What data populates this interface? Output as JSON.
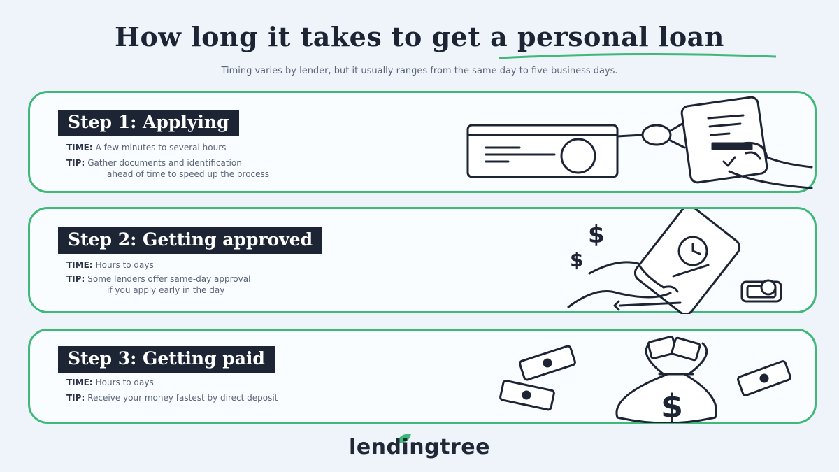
{
  "header": {
    "title": "How long it takes to get a personal loan",
    "subtitle": "Timing varies by lender, but it usually ranges from the same day to five business days."
  },
  "steps": [
    {
      "heading": "Step 1: Applying",
      "time_label": "TIME:",
      "time_value": "A few minutes to several hours",
      "tip_label": "TIP:",
      "tip_line1": "Gather documents and identification",
      "tip_line2": "ahead of time to speed up the process"
    },
    {
      "heading": "Step 2: Getting approved",
      "time_label": "TIME:",
      "time_value": "Hours to days",
      "tip_label": "TIP:",
      "tip_line1": "Some lenders offer same-day approval",
      "tip_line2": "if you apply early in the day"
    },
    {
      "heading": "Step 3: Getting paid",
      "time_label": "TIME:",
      "time_value": "Hours to days",
      "tip_label": "TIP:",
      "tip_line1": "Receive your money fastest by direct deposit"
    }
  ],
  "illustrations": {
    "step1": "card-phone-hand-illustration",
    "step2": "hand-phone-dollar-illustration",
    "step3": "money-bag-bills-illustration"
  },
  "footer": {
    "logo_text": "lendingtree"
  },
  "colors": {
    "accent_green": "#40b87a",
    "dark_navy": "#1d2535",
    "background": "#eef4fa"
  }
}
